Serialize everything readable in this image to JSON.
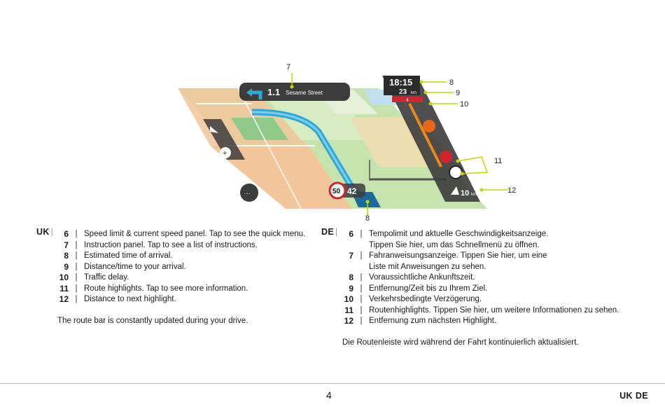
{
  "illustration": {
    "street_name": "Sesame Street",
    "instruction_distance": "1.1",
    "arrival_time": "18:15",
    "remaining": "23",
    "remaining_unit": "km",
    "delay": "4",
    "speed_limit": "50",
    "current_speed": "42",
    "highlight_distance": "10",
    "highlight_unit": "km",
    "callouts": [
      "7",
      "8",
      "9",
      "10",
      "11",
      "12",
      "8"
    ]
  },
  "uk": {
    "tag": "UK",
    "items": [
      {
        "num": "6",
        "text": "Speed limit & current speed panel. Tap to see the quick menu."
      },
      {
        "num": "7",
        "text": "Instruction panel. Tap to see a list of instructions."
      },
      {
        "num": "8",
        "text": "Estimated time of arrival."
      },
      {
        "num": "9",
        "text": "Distance/time to your arrival."
      },
      {
        "num": "10",
        "text": "Traffic delay."
      },
      {
        "num": "11",
        "text": "Route highlights. Tap to see more information."
      },
      {
        "num": "12",
        "text": "Distance to next highlight."
      }
    ],
    "note": "The route bar is constantly updated during your drive."
  },
  "de": {
    "tag": "DE",
    "items": [
      {
        "num": "6",
        "text": "Tempolimit und aktuelle Geschwindigkeitsanzeige.\nTippen Sie hier, um das Schnellmenü zu öffnen."
      },
      {
        "num": "7",
        "text": "Fahranweisungsanzeige. Tippen Sie hier, um eine\nListe mit Anweisungen zu sehen."
      },
      {
        "num": "8",
        "text": "Voraussichtliche Ankunftszeit."
      },
      {
        "num": "9",
        "text": "Entfernung/Zeit bis zu Ihrem Ziel."
      },
      {
        "num": "10",
        "text": "Verkehrsbedingte Verzögerung."
      },
      {
        "num": "11",
        "text": "Routenhighlights. Tippen Sie hier, um weitere Informationen zu sehen."
      },
      {
        "num": "12",
        "text": "Entfernung zum nächsten Highlight."
      }
    ],
    "note": "Die Routenleiste wird während der Fahrt kontinuierlich aktualisiert."
  },
  "footer": {
    "page_number": "4",
    "langs": "UK DE"
  },
  "colors": {
    "map_green": "#c5e3ad",
    "map_dark_green": "#8fc98a",
    "map_orange": "#f3c59a",
    "map_sand": "#eedcb0",
    "route_blue": "#2fa8d8",
    "callout_line": "#c8d400",
    "panel_dark": "#3c3c3c",
    "traffic_red": "#d0262b"
  }
}
